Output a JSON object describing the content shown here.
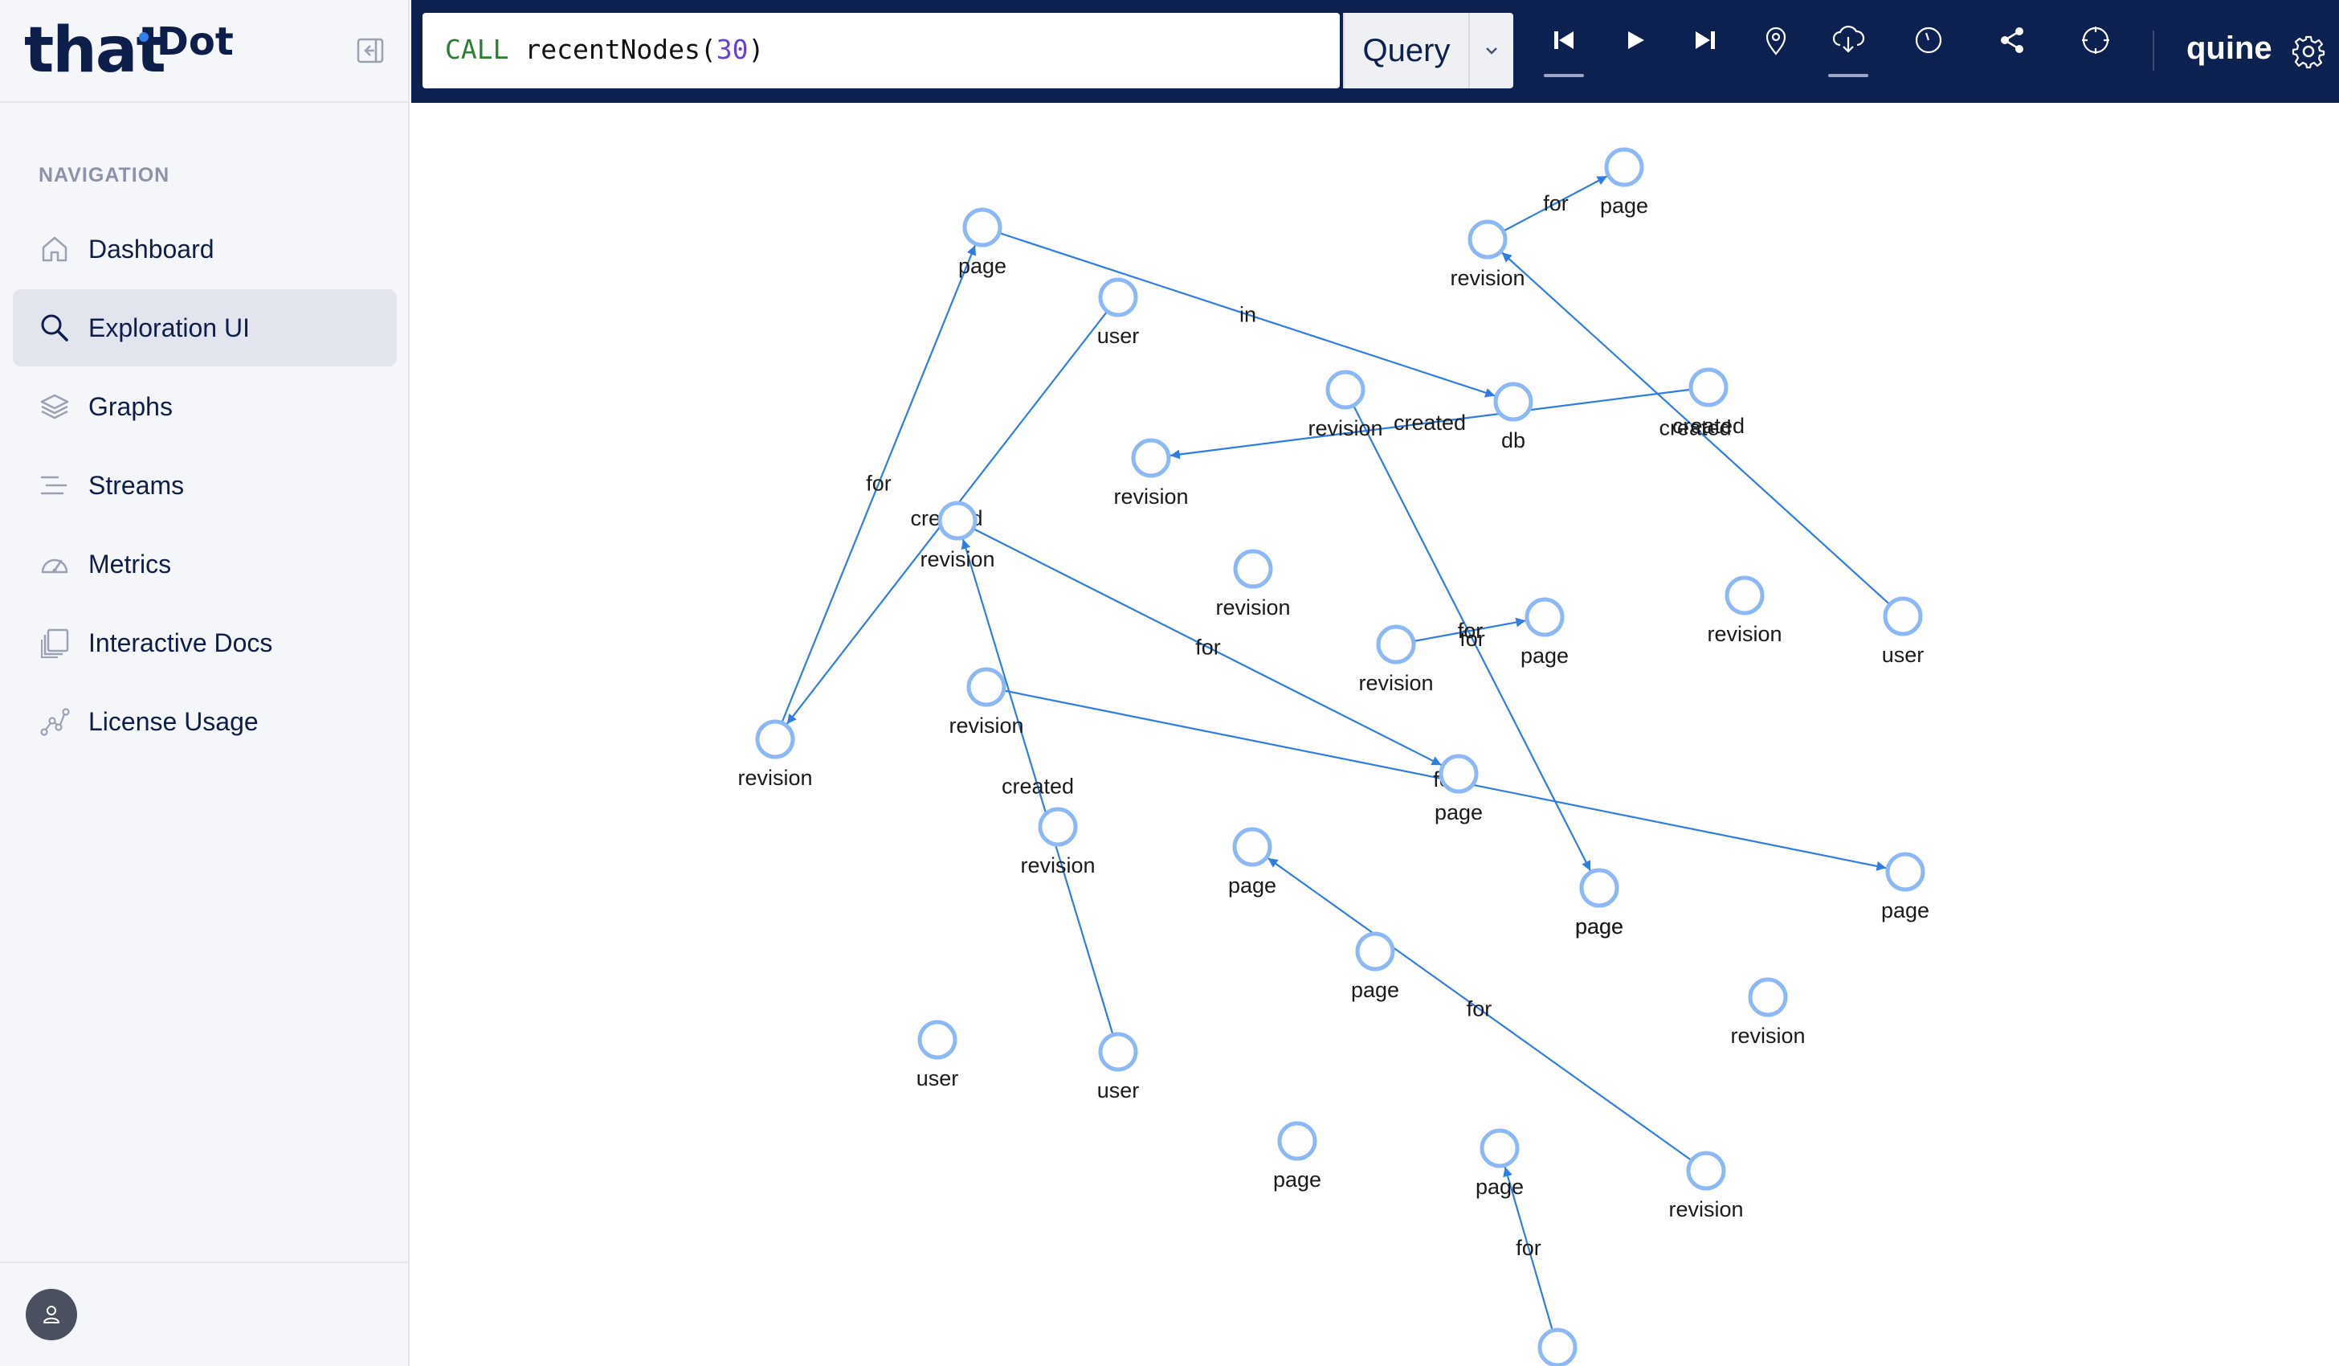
{
  "sidebar": {
    "logo": {
      "that": "that",
      "dot": "Dot"
    },
    "nav_heading": "NAVIGATION",
    "items": [
      {
        "label": "Dashboard",
        "icon": "home-icon",
        "active": false
      },
      {
        "label": "Exploration UI",
        "icon": "search-icon",
        "active": true
      },
      {
        "label": "Graphs",
        "icon": "layers-icon",
        "active": false
      },
      {
        "label": "Streams",
        "icon": "streams-icon",
        "active": false
      },
      {
        "label": "Metrics",
        "icon": "gauge-icon",
        "active": false
      },
      {
        "label": "Interactive Docs",
        "icon": "docs-icon",
        "active": false
      },
      {
        "label": "License Usage",
        "icon": "usage-icon",
        "active": false
      }
    ]
  },
  "query": {
    "keyword": "CALL",
    "function": " recentNodes(",
    "argument": "30",
    "close": ")",
    "button_label": "Query"
  },
  "toolbar": {
    "icons": [
      "skip-back-icon",
      "play-icon",
      "skip-forward-icon",
      "pin-icon",
      "cloud-download-icon",
      "history-icon",
      "share-icon",
      "recenter-icon"
    ],
    "app_name": "quine"
  },
  "colors": {
    "accent": "#2f7de1",
    "node": "#8cb8f5",
    "topbar": "#0d2150"
  },
  "graph": {
    "nodes": [
      {
        "id": "n1",
        "label": "page"
      },
      {
        "id": "n2",
        "label": "page"
      },
      {
        "id": "n3",
        "label": "revision"
      },
      {
        "id": "n4",
        "label": "user"
      },
      {
        "id": "n5",
        "label": "revision"
      },
      {
        "id": "n6",
        "label": "db"
      },
      {
        "id": "n7",
        "label": "created"
      },
      {
        "id": "n8",
        "label": "revision"
      },
      {
        "id": "n9",
        "label": "revision"
      },
      {
        "id": "n10",
        "label": "revision"
      },
      {
        "id": "n11",
        "label": "revision"
      },
      {
        "id": "n12",
        "label": "user"
      },
      {
        "id": "n13",
        "label": "page"
      },
      {
        "id": "n14",
        "label": "revision"
      },
      {
        "id": "n15",
        "label": "revision"
      },
      {
        "id": "n16",
        "label": "revision"
      },
      {
        "id": "n17",
        "label": "page"
      },
      {
        "id": "n18",
        "label": "revision"
      },
      {
        "id": "n19",
        "label": "page"
      },
      {
        "id": "n20",
        "label": "page"
      },
      {
        "id": "n21",
        "label": "page"
      },
      {
        "id": "n22",
        "label": "page"
      },
      {
        "id": "n23",
        "label": "revision"
      },
      {
        "id": "n24",
        "label": "page"
      },
      {
        "id": "n25",
        "label": "user"
      },
      {
        "id": "n26",
        "label": "user"
      },
      {
        "id": "n27",
        "label": "page"
      },
      {
        "id": "n28",
        "label": "revision"
      },
      {
        "id": "n29",
        "label": "page"
      },
      {
        "id": "n30",
        "label": ""
      }
    ],
    "edges": [
      {
        "from": "n16",
        "to": "n1",
        "label": "for"
      },
      {
        "from": "n1",
        "to": "n6",
        "label": "in"
      },
      {
        "from": "n4",
        "to": "n16",
        "label": "created"
      },
      {
        "from": "n3",
        "to": "n2",
        "label": "for"
      },
      {
        "from": "n7",
        "to": "n8",
        "label": "created"
      },
      {
        "from": "n12",
        "to": "n3",
        "label": "created"
      },
      {
        "from": "n5",
        "to": "n21",
        "label": "for"
      },
      {
        "from": "n10",
        "to": "n17",
        "label": "for"
      },
      {
        "from": "n14",
        "to": "n13",
        "label": "for"
      },
      {
        "from": "n15",
        "to": "n22",
        "label": "for"
      },
      {
        "from": "n26",
        "to": "n10",
        "label": "created"
      },
      {
        "from": "n28",
        "to": "n19",
        "label": "for"
      },
      {
        "from": "n30",
        "to": "n29",
        "label": "for"
      }
    ]
  }
}
